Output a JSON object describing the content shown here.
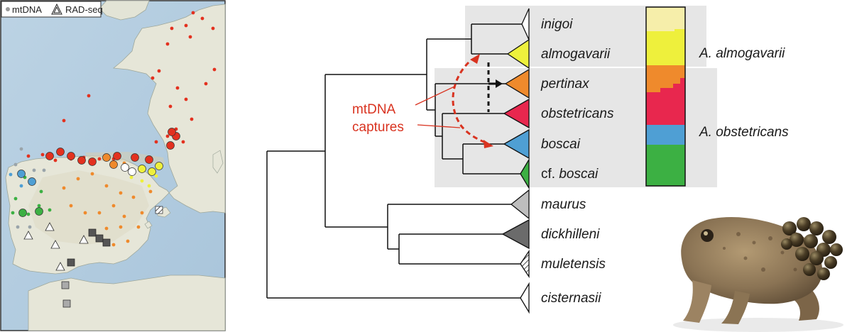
{
  "map": {
    "legend": {
      "mtdna_label": "mtDNA",
      "radseq_label": "RAD-seq"
    }
  },
  "tree": {
    "taxa": [
      {
        "id": "inigoi",
        "prefix": "",
        "name": "inigoi",
        "color": "#ffffff"
      },
      {
        "id": "almogavarii",
        "prefix": "",
        "name": "almogavarii",
        "color": "#eef03c"
      },
      {
        "id": "pertinax",
        "prefix": "",
        "name": "pertinax",
        "color": "#ef8a2c"
      },
      {
        "id": "obstetricans",
        "prefix": "",
        "name": "obstetricans",
        "color": "#e8274e"
      },
      {
        "id": "boscai",
        "prefix": "",
        "name": "boscai",
        "color": "#4f9fd4"
      },
      {
        "id": "cf-boscai",
        "prefix": "cf. ",
        "name": "boscai",
        "color": "#3cb043"
      },
      {
        "id": "maurus",
        "prefix": "",
        "name": "maurus",
        "color": "#bdbdbd"
      },
      {
        "id": "dickhilleni",
        "prefix": "",
        "name": "dickhilleni",
        "color": "#6b6b6b"
      },
      {
        "id": "muletensis",
        "prefix": "",
        "name": "muletensis",
        "color": "hatched"
      },
      {
        "id": "cisternasii",
        "prefix": "",
        "name": "cisternasii",
        "color": "#ffffff"
      }
    ],
    "capture_label_line1": "mtDNA",
    "capture_label_line2": "captures",
    "capture_color": "#d93320"
  },
  "structure_bar": {
    "colors": {
      "pale": "#f6eeaa",
      "yellow": "#eef03c",
      "orange": "#ef8a2c",
      "red": "#e8274e",
      "blue": "#4f9fd4",
      "green": "#3cb043"
    },
    "species": [
      {
        "name": "A. almogavarii"
      },
      {
        "name": "A. obstetricans"
      }
    ]
  },
  "photo": {
    "subject": "midwife toad carrying eggs"
  }
}
